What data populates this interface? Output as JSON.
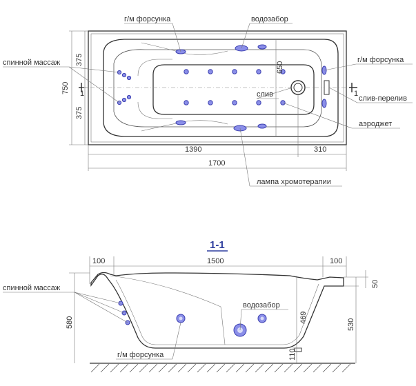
{
  "labels": {
    "gm_forsunka_top": "г/м форсунка",
    "vodozabor_top": "водозабор",
    "spinnoy_massazh_top": "спинной массаж",
    "gm_forsunka_right": "г/м форсунка",
    "sliv": "слив",
    "sliv_pereliv": "слив-перелив",
    "aerodzhet": "аэроджет",
    "lampa": "лампа хромотерапии",
    "spinnoy_massazh_bottom": "спинной массаж",
    "vodozabor_bottom": "водозабор",
    "gm_forsunka_bottom": "г/м форсунка"
  },
  "section_marks": {
    "left": "1",
    "right": "1",
    "title": "1-1"
  },
  "dimensions": {
    "top_width_left": "1390",
    "top_width_right": "310",
    "total_length": "1700",
    "total_width": "750",
    "half_width_top": "375",
    "half_width_bottom": "375",
    "inner_650": "650",
    "side_left_100": "100",
    "side_mid_1500": "1500",
    "side_right_100": "100",
    "side_height_580": "580",
    "side_469": "469",
    "side_530": "530",
    "side_50": "50",
    "side_110": "110"
  },
  "colors": {
    "jet_fill": "#8a8ee8",
    "jet_stroke": "#3b3fb0",
    "section_title": "#2f3f9f"
  }
}
